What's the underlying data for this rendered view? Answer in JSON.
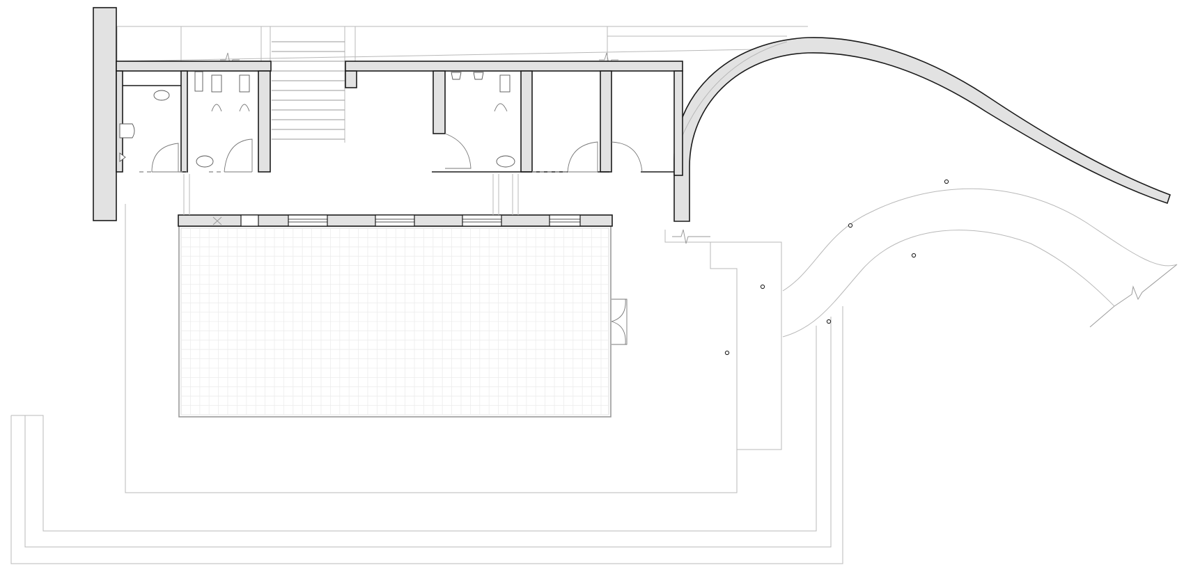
{
  "drawing": {
    "kind": "architectural floor plan",
    "style": "monochrome line drawing",
    "colors": {
      "wall_fill": "#e2e2e2",
      "wall_stroke": "#1a1a1a",
      "context_line": "#b8b8b8",
      "background": "#ffffff"
    },
    "elements": {
      "restroom_blocks": 2,
      "toilet_stalls": 4,
      "pool_windows": 5,
      "site_columns": 6
    }
  }
}
